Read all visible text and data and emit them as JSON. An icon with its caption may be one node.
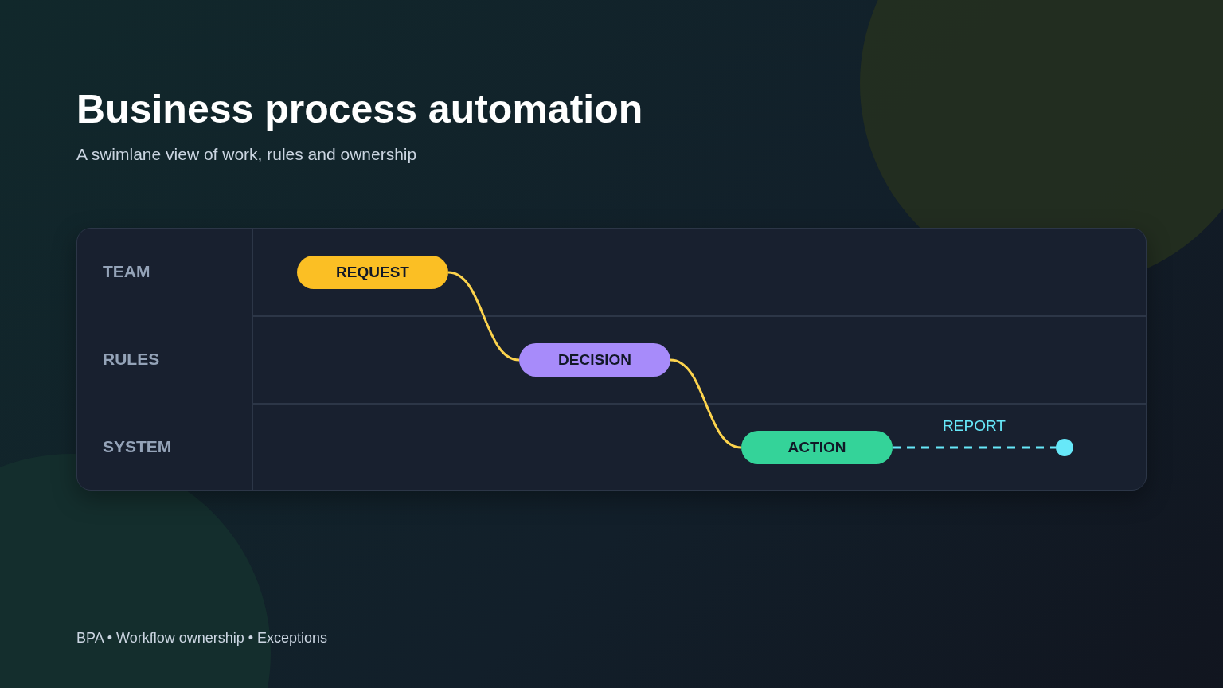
{
  "diagram": {
    "title": "Business process automation",
    "nodes": [
      {
        "text": [
          "TEAM"
        ]
      },
      {
        "text": [
          "RULES"
        ]
      },
      {
        "text": [
          "SYSTEM"
        ]
      },
      {
        "text": [
          "REQUEST"
        ],
        "in": 0
      },
      {
        "text": [
          "DECISION"
        ],
        "in": 1
      },
      {
        "text": [
          "ACTION"
        ],
        "in": 2
      },
      {
        "text": [],
        "shape": "circle",
        "in": 2
      }
    ],
    "edges": [
      {
        "from": 3,
        "to": 4,
        "arrow": "none"
      },
      {
        "from": 4,
        "to": 5,
        "arrow": "none"
      },
      {
        "from": 5,
        "to": 6,
        "arrow": "none",
        "label": "REPORT",
        "style": "dashed",
        "color": "#67e8f9"
      }
    ],
    "labels": [
      "A swimlane view of work, rules and ownership",
      "BPA • Workflow ownership • Exceptions"
    ]
  }
}
